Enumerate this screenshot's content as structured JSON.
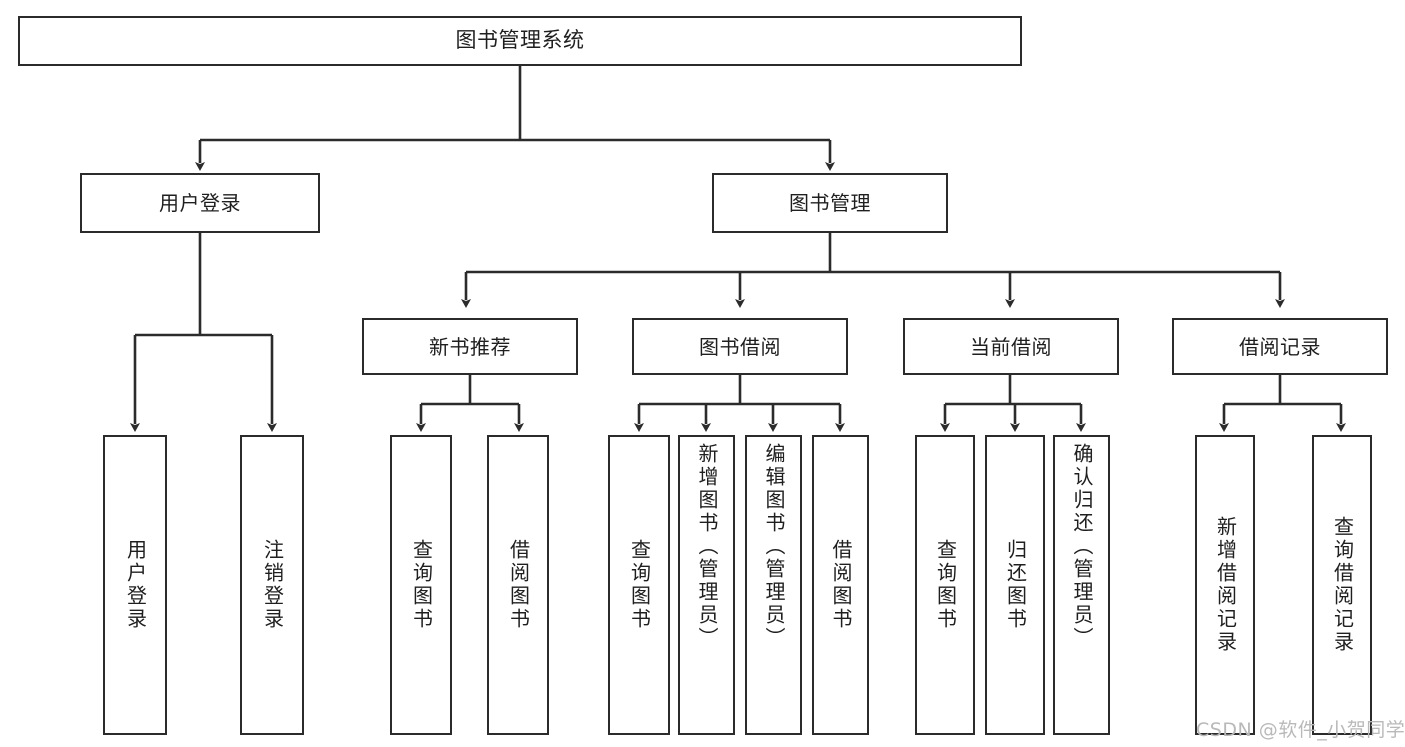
{
  "diagram": {
    "type": "tree",
    "title": "图书管理系统",
    "root": {
      "label": "图书管理系统"
    },
    "level2": [
      {
        "label": "用户登录"
      },
      {
        "label": "图书管理"
      }
    ],
    "level3": [
      {
        "label": "新书推荐"
      },
      {
        "label": "图书借阅"
      },
      {
        "label": "当前借阅"
      },
      {
        "label": "借阅记录"
      }
    ],
    "leaves": [
      {
        "label": "用户登录",
        "parent": "用户登录"
      },
      {
        "label": "注销登录",
        "parent": "用户登录"
      },
      {
        "label": "查询图书",
        "parent": "新书推荐"
      },
      {
        "label": "借阅图书",
        "parent": "新书推荐"
      },
      {
        "label": "查询图书",
        "parent": "图书借阅"
      },
      {
        "label": "新增图书（管理员）",
        "parent": "图书借阅"
      },
      {
        "label": "编辑图书（管理员）",
        "parent": "图书借阅"
      },
      {
        "label": "借阅图书",
        "parent": "图书借阅"
      },
      {
        "label": "查询图书",
        "parent": "当前借阅"
      },
      {
        "label": "归还图书",
        "parent": "当前借阅"
      },
      {
        "label": "确认归还（管理员）",
        "parent": "当前借阅"
      },
      {
        "label": "新增借阅记录",
        "parent": "借阅记录"
      },
      {
        "label": "查询借阅记录",
        "parent": "借阅记录"
      }
    ]
  },
  "watermark": {
    "text": "CSDN @软件_小贺同学"
  },
  "colors": {
    "stroke": "#2b2b2b",
    "background": "#ffffff",
    "text": "#1f1f1f",
    "watermark": "#b9b9b9"
  }
}
